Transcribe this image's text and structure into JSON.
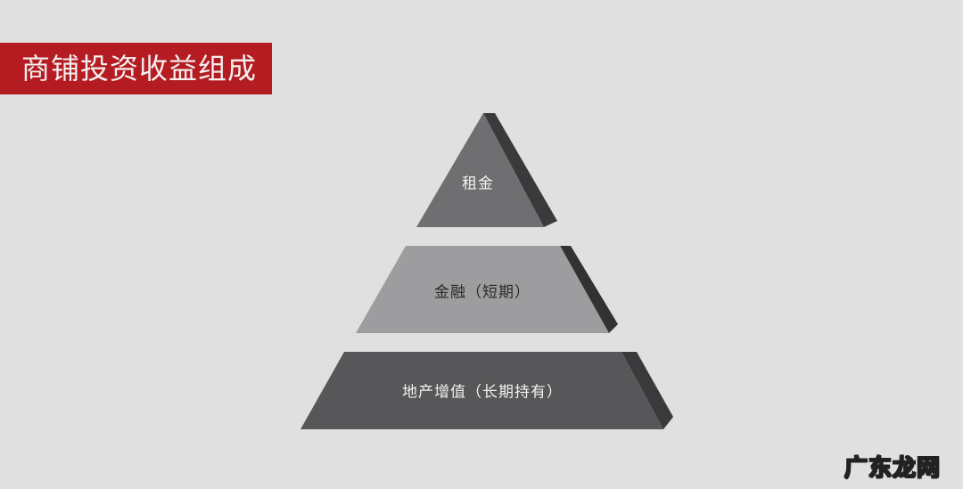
{
  "title": "商铺投资收益组成",
  "pyramid": {
    "levels": [
      {
        "position": "top",
        "label": "租金",
        "face_color": "#6f6e70",
        "side_color": "#3a393b"
      },
      {
        "position": "middle",
        "label": "金融（短期）",
        "face_color": "#9d9c9e",
        "side_color": "#333233"
      },
      {
        "position": "bottom",
        "label": "地产增值（长期持有）",
        "face_color": "#575658",
        "side_color": "#3a393b"
      }
    ]
  },
  "watermark": "广东龙网",
  "colors": {
    "background": "#e1e0e1",
    "title_banner": "#b51c22"
  }
}
